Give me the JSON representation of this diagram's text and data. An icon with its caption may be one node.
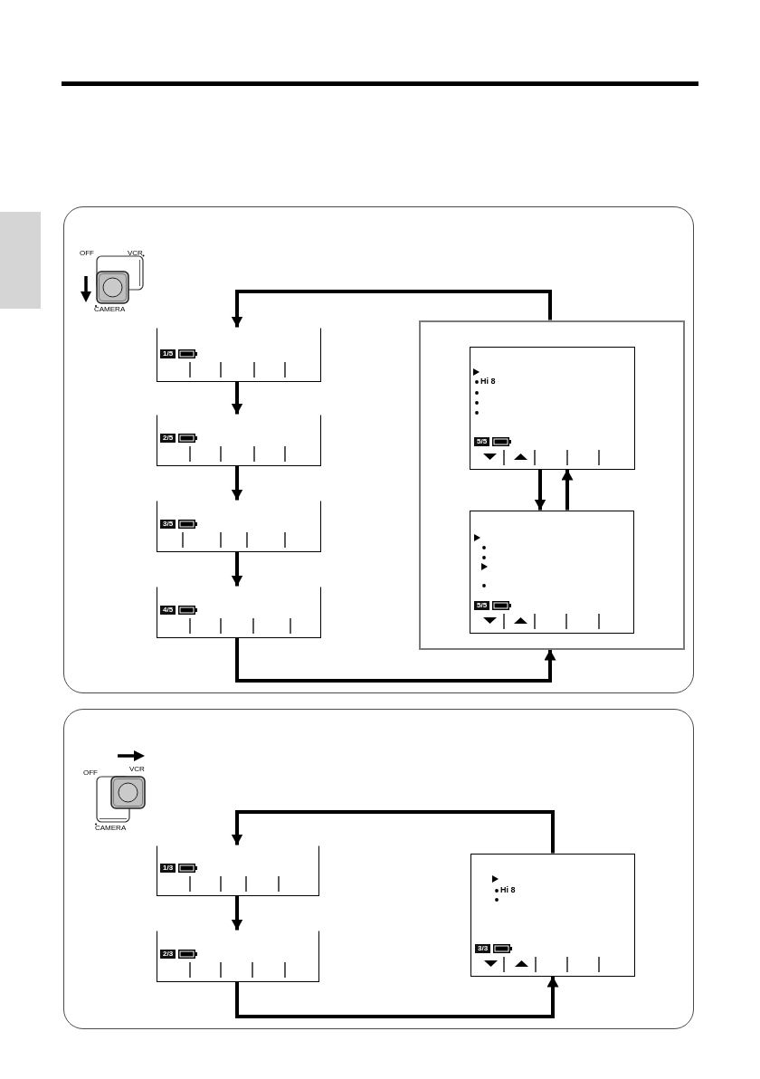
{
  "diagram": {
    "nodes": [
      {
        "text": [],
        "shape": "box"
      },
      {
        "text": [
          "1/5"
        ],
        "in": 0
      },
      {
        "text": [
          "2/5"
        ],
        "in": 0
      },
      {
        "text": [
          "3/5"
        ],
        "in": 0
      },
      {
        "text": [
          "4/5"
        ],
        "in": 0
      },
      {
        "text": [],
        "shape": "box",
        "in": 0
      },
      {
        "text": [
          "Hi 8",
          "5/5"
        ],
        "in": 5
      },
      {
        "text": [
          "5/5"
        ],
        "in": 5
      },
      {
        "text": [],
        "shape": "box"
      },
      {
        "text": [
          "1/3"
        ],
        "in": 8
      },
      {
        "text": [
          "2/3"
        ],
        "in": 8
      },
      {
        "text": [
          "Hi 8",
          "3/3"
        ],
        "in": 8
      }
    ],
    "edges": [
      {
        "from": 5,
        "to": 1,
        "arrow": "to"
      },
      {
        "from": 1,
        "to": 2,
        "arrow": "to"
      },
      {
        "from": 2,
        "to": 3,
        "arrow": "to"
      },
      {
        "from": 3,
        "to": 4,
        "arrow": "to"
      },
      {
        "from": 4,
        "to": 5,
        "arrow": "to"
      },
      {
        "from": 6,
        "to": 7,
        "arrow": "to"
      },
      {
        "from": 7,
        "to": 6,
        "arrow": "to"
      },
      {
        "from": 11,
        "to": 9,
        "arrow": "to"
      },
      {
        "from": 9,
        "to": 10,
        "arrow": "to"
      },
      {
        "from": 10,
        "to": 11,
        "arrow": "to"
      }
    ],
    "labels": [
      "OFF",
      "VCR",
      "CAMERA",
      "OFF",
      "VCR",
      "CAMERA"
    ]
  }
}
